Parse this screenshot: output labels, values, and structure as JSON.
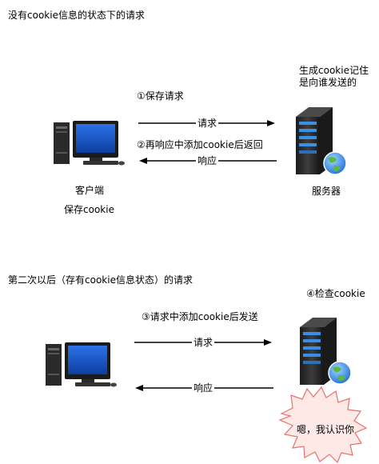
{
  "section1": {
    "title": "没有cookie信息的状态下的请求",
    "step_save": "①保存请求",
    "server_note": [
      "生成cookie记住",
      "是向谁发送的"
    ],
    "request_label": "请求",
    "step_response": "②再响应中添加cookie后返回",
    "response_label": "响应",
    "client_label": "客户端",
    "client_sub": "保存cookie",
    "server_label": "服务器"
  },
  "section2": {
    "title": "第二次以后（存有cookie信息状态）的请求",
    "step_check": "④检查cookie",
    "step_request": "③请求中添加cookie后发送",
    "request_label": "请求",
    "response_label": "响应",
    "bubble_text": "嗯，我认识你"
  },
  "colors": {
    "arrow": "#000000",
    "screen_blue": "#1a57c8",
    "monitor_frame": "#1b1b1b",
    "server_body": "#2d2d2d",
    "server_led": "#3a8ee6",
    "globe_blue": "#1e6fd6",
    "globe_green": "#5fb83a",
    "bubble_fill": "#fde9e6",
    "bubble_stroke": "#e8706e"
  }
}
